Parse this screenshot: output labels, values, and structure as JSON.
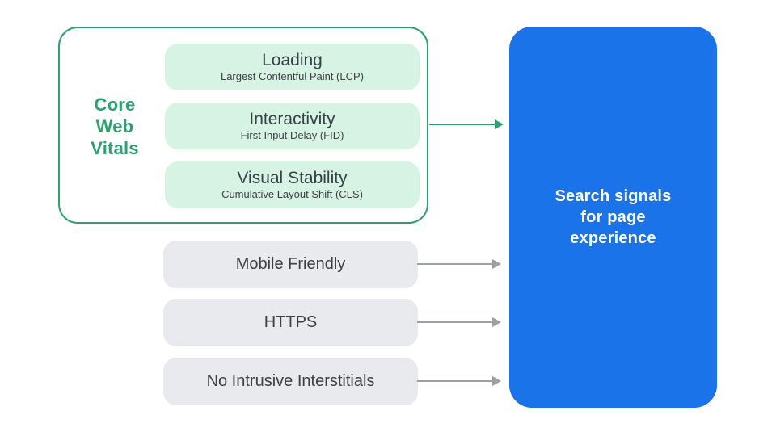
{
  "colors": {
    "accent_green": "#2ba26f",
    "pill_green_bg": "#d7f3e4",
    "result_blue": "#1a73e8",
    "pill_gray_bg": "#e9eaed",
    "arrow_gray": "#9aa0a6",
    "title_text": "#344046",
    "subtitle_text": "#3c4043",
    "white": "#ffffff"
  },
  "core_web_vitals": {
    "label": "Core\nWeb\nVitals",
    "items": [
      {
        "title": "Loading",
        "subtitle": "Largest Contentful Paint (LCP)"
      },
      {
        "title": "Interactivity",
        "subtitle": "First Input Delay (FID)"
      },
      {
        "title": "Visual Stability",
        "subtitle": "Cumulative Layout Shift (CLS)"
      }
    ]
  },
  "other_signals": [
    {
      "label": "Mobile Friendly"
    },
    {
      "label": "HTTPS"
    },
    {
      "label": "No Intrusive Interstitials"
    }
  ],
  "result": {
    "label": "Search signals\nfor page\nexperience"
  }
}
